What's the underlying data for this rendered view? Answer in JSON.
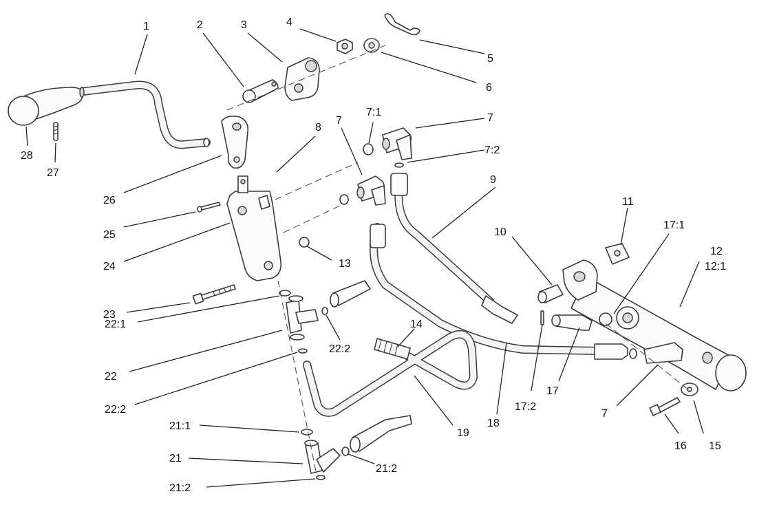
{
  "callouts": [
    {
      "id": "c1",
      "label": "1"
    },
    {
      "id": "c2",
      "label": "2"
    },
    {
      "id": "c3",
      "label": "3"
    },
    {
      "id": "c4",
      "label": "4"
    },
    {
      "id": "c5",
      "label": "5"
    },
    {
      "id": "c6",
      "label": "6"
    },
    {
      "id": "c7a",
      "label": "7"
    },
    {
      "id": "c7_1",
      "label": "7:1"
    },
    {
      "id": "c7b",
      "label": "7"
    },
    {
      "id": "c7_2",
      "label": "7:2"
    },
    {
      "id": "c8",
      "label": "8"
    },
    {
      "id": "c9",
      "label": "9"
    },
    {
      "id": "c10",
      "label": "10"
    },
    {
      "id": "c11",
      "label": "11"
    },
    {
      "id": "c12",
      "label": "12"
    },
    {
      "id": "c12_1",
      "label": "12:1"
    },
    {
      "id": "c13",
      "label": "13"
    },
    {
      "id": "c14",
      "label": "14"
    },
    {
      "id": "c15",
      "label": "15"
    },
    {
      "id": "c16",
      "label": "16"
    },
    {
      "id": "c17",
      "label": "17"
    },
    {
      "id": "c17_1",
      "label": "17:1"
    },
    {
      "id": "c17_2",
      "label": "17:2"
    },
    {
      "id": "c18",
      "label": "18"
    },
    {
      "id": "c19",
      "label": "19"
    },
    {
      "id": "c7c",
      "label": "7"
    },
    {
      "id": "c21",
      "label": "21"
    },
    {
      "id": "c21_1",
      "label": "21:1"
    },
    {
      "id": "c21_2a",
      "label": "21:2"
    },
    {
      "id": "c21_2b",
      "label": "21:2"
    },
    {
      "id": "c22",
      "label": "22"
    },
    {
      "id": "c22_1",
      "label": "22:1"
    },
    {
      "id": "c22_2a",
      "label": "22:2"
    },
    {
      "id": "c22_2b",
      "label": "22:2"
    },
    {
      "id": "c23",
      "label": "23"
    },
    {
      "id": "c24",
      "label": "24"
    },
    {
      "id": "c25",
      "label": "25"
    },
    {
      "id": "c26",
      "label": "26"
    },
    {
      "id": "c27",
      "label": "27"
    },
    {
      "id": "c28",
      "label": "28"
    }
  ]
}
